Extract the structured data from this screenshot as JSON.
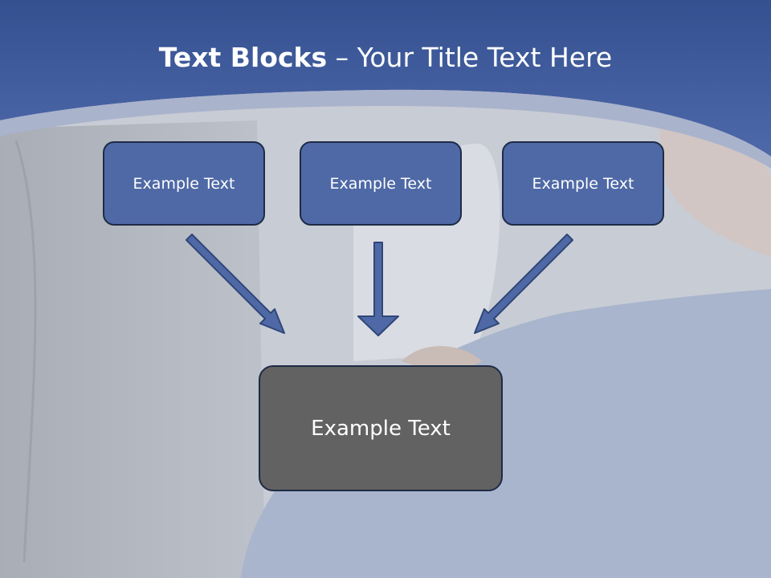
{
  "slide": {
    "title_bold": "Text Blocks",
    "title_dash": " – ",
    "title_rest": "Your Title Text Here"
  },
  "boxes": [
    {
      "label": "Example Text"
    },
    {
      "label": "Example Text"
    },
    {
      "label": "Example Text"
    }
  ],
  "center_box": {
    "label": "Example Text"
  },
  "colors": {
    "header_blue": "#4a64a8",
    "box_blue": "#4f69a6",
    "center_box_gray": "#626262",
    "arrow_blue": "#4f69a6"
  }
}
